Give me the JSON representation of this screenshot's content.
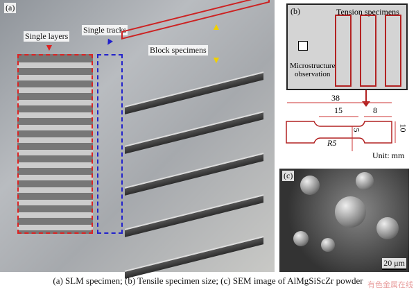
{
  "panel_a": {
    "label": "(a)",
    "single_layers": "Single layers",
    "single_tracks": "Single tracks",
    "block_specimens": "Block specimens"
  },
  "panel_b": {
    "label": "(b)",
    "tension_specimens": "Tension specimens",
    "microstructure": "Microstructure",
    "observation": "observation",
    "dim_total": "38",
    "dim_gauge": "15",
    "dim_grip": "8",
    "dim_width": "5",
    "dim_height": "10",
    "radius": "R5",
    "unit": "Unit: mm"
  },
  "panel_c": {
    "label": "(c)",
    "scale_bar": "20 μm"
  },
  "caption": "(a) SLM specimen; (b) Tensile specimen size; (c) SEM image of AlMgSiScZr powder",
  "watermark": "有色金属在线",
  "colors": {
    "red": "#b22222",
    "blue": "#2222cc",
    "yellow": "#f0d000"
  }
}
